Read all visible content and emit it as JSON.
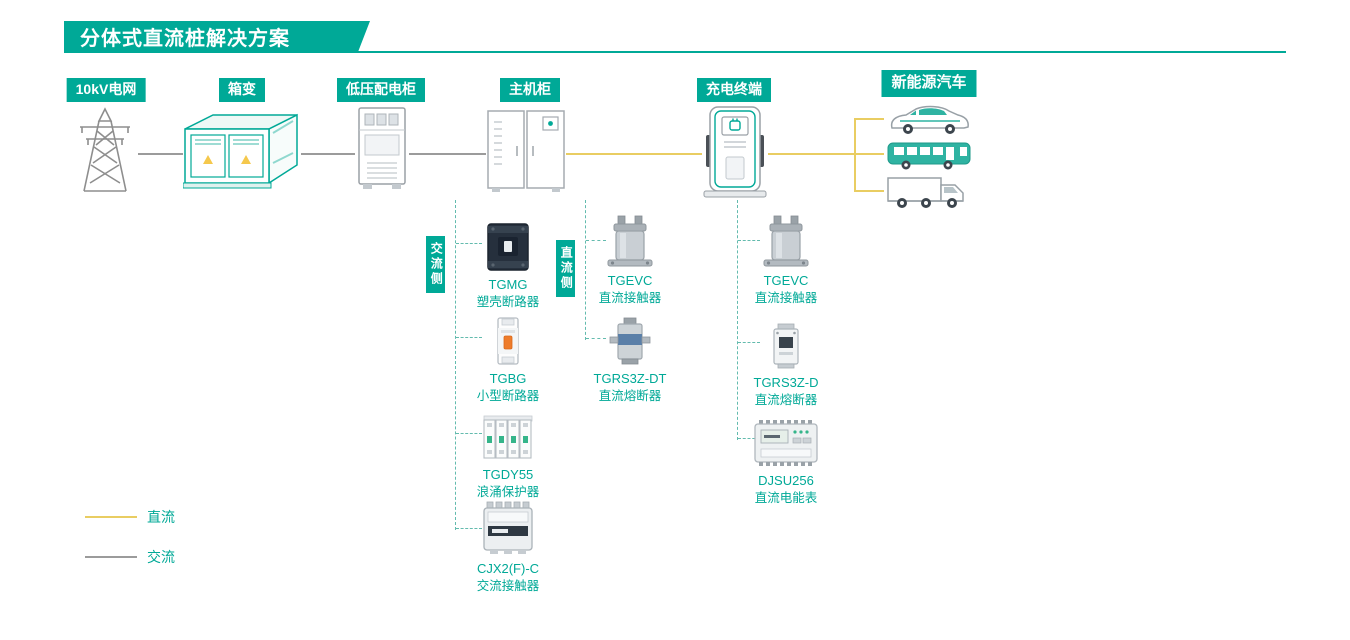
{
  "title": "分体式直流桩解决方案",
  "colors": {
    "teal": "#00A997",
    "dc_line": "#E9CD62",
    "ac_line": "#9B9B9B"
  },
  "nodes": {
    "grid": "10kV电网",
    "transformer": "箱变",
    "lv_cabinet": "低压配电柜",
    "main_cabinet": "主机柜",
    "terminal": "充电终端",
    "vehicles": "新能源汽车"
  },
  "sides": {
    "ac": "交流侧",
    "dc": "直流侧"
  },
  "products": {
    "main_ac": [
      {
        "name": "TGMG",
        "desc": "塑壳断路器"
      },
      {
        "name": "TGBG",
        "desc": "小型断路器"
      },
      {
        "name": "TGDY55",
        "desc": "浪涌保护器"
      },
      {
        "name": "CJX2(F)-C",
        "desc": "交流接触器"
      }
    ],
    "main_dc": [
      {
        "name": "TGEVC",
        "desc": "直流接触器"
      },
      {
        "name": "TGRS3Z-DT",
        "desc": "直流熔断器"
      }
    ],
    "terminal": [
      {
        "name": "TGEVC",
        "desc": "直流接触器"
      },
      {
        "name": "TGRS3Z-D",
        "desc": "直流熔断器"
      },
      {
        "name": "DJSU256",
        "desc": "直流电能表"
      }
    ]
  },
  "legend": [
    {
      "label": "直流"
    },
    {
      "label": "交流"
    }
  ]
}
